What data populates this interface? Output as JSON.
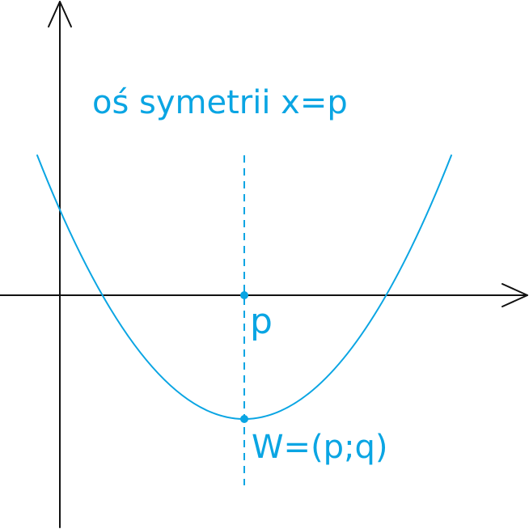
{
  "diagram": {
    "title": "oś symetrii x=p",
    "p_label": "p",
    "vertex_label": "W=(p;q)"
  },
  "colors": {
    "accent": "#0aa5e3",
    "axes": "#111111",
    "background": "#ffffff"
  },
  "icons": {
    "x_axis_arrow": "arrow-right-icon",
    "y_axis_arrow": "arrow-up-icon"
  }
}
